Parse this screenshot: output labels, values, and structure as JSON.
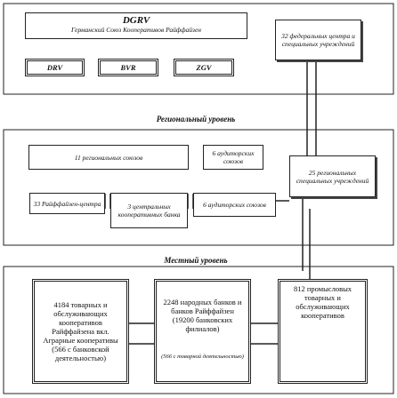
{
  "top": {
    "title": "DGRV",
    "subtitle": "Германский Союз Кооперативов Райффайзен",
    "members": [
      "DRV",
      "BVR",
      "ZGV"
    ],
    "federal_centers": "32 федеральных центра и специальных учреждений"
  },
  "regional": {
    "label": "Региональный уровень",
    "unions": "11 региональных союзов",
    "audit_unions_top": "6 аудиторских союзов",
    "special": "25 региональных специальных учреждений",
    "raiffeisen_centers": "33 Райффайзен-центра",
    "central_banks": "3 центральных кооперативных банка",
    "audit_unions_bottom": "6 аудиторских союзов"
  },
  "local": {
    "label": "Местный уровень",
    "col1": "4184 товарных и обслуживающих кооперативов Райффайзена вкл. Аграрные кооперативы (566 с банковской деятельностью)",
    "col2_main": "2248 народных банков и банков Райффайзен (19200 банковских филиалов)",
    "col2_note": "(566 с товарной деятельностью)",
    "col3": "812 промысловых товарных и обслуживающих кооперативов"
  }
}
